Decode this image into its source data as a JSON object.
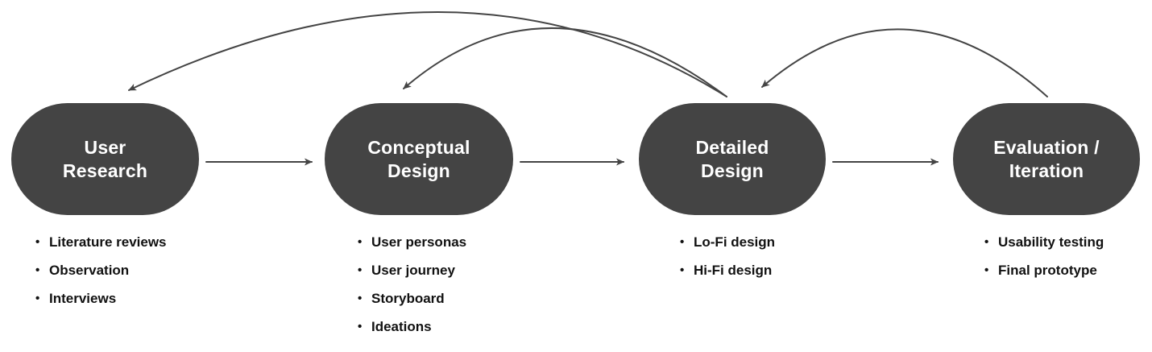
{
  "diagram": {
    "type": "process-flow",
    "background": "#ffffff",
    "colors": {
      "node_fill": "#444444",
      "node_text": "#ffffff",
      "bullet_text": "#111111",
      "arrow": "#444444"
    },
    "stages": [
      {
        "id": "user-research",
        "label": "User Research",
        "label_lines": [
          "User",
          "Research"
        ],
        "bullets": [
          "Literature reviews",
          "Observation",
          "Interviews"
        ]
      },
      {
        "id": "conceptual-design",
        "label": "Conceptual Design",
        "label_lines": [
          "Conceptual",
          "Design"
        ],
        "bullets": [
          "User personas",
          "User journey",
          "Storyboard",
          "Ideations"
        ]
      },
      {
        "id": "detailed-design",
        "label": "Detailed Design",
        "label_lines": [
          "Detailed",
          "Design"
        ],
        "bullets": [
          "Lo-Fi design",
          "Hi-Fi design"
        ]
      },
      {
        "id": "evaluation-iteration",
        "label": "Evaluation / Iteration",
        "label_lines": [
          "Evaluation /",
          "Iteration"
        ],
        "bullets": [
          "Usability testing",
          "Final prototype"
        ]
      }
    ],
    "connections": {
      "forward": [
        {
          "from": "user-research",
          "to": "conceptual-design"
        },
        {
          "from": "conceptual-design",
          "to": "detailed-design"
        },
        {
          "from": "detailed-design",
          "to": "evaluation-iteration"
        }
      ],
      "feedback": [
        {
          "from": "detailed-design",
          "to": "user-research"
        },
        {
          "from": "detailed-design",
          "to": "conceptual-design"
        },
        {
          "from": "evaluation-iteration",
          "to": "detailed-design"
        }
      ]
    }
  }
}
